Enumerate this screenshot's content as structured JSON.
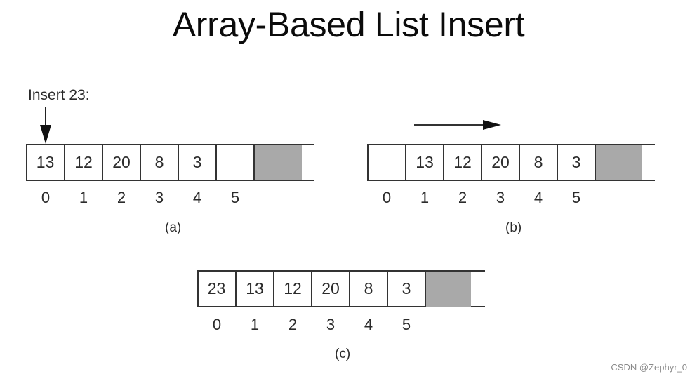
{
  "title": "Array-Based List Insert",
  "insert_label": "Insert 23:",
  "watermark": "CSDN @Zephyr_0",
  "colors": {
    "reserved_cell": "#a9a9a9",
    "line": "#333333",
    "text": "#2b2b2b"
  },
  "diagrams": [
    {
      "caption": "(a)",
      "cells": [
        "13",
        "12",
        "20",
        "8",
        "3",
        ""
      ],
      "indices": [
        "0",
        "1",
        "2",
        "3",
        "4",
        "5"
      ]
    },
    {
      "caption": "(b)",
      "cells": [
        "",
        "13",
        "12",
        "20",
        "8",
        "3"
      ],
      "indices": [
        "0",
        "1",
        "2",
        "3",
        "4",
        "5"
      ]
    },
    {
      "caption": "(c)",
      "cells": [
        "23",
        "13",
        "12",
        "20",
        "8",
        "3"
      ],
      "indices": [
        "0",
        "1",
        "2",
        "3",
        "4",
        "5"
      ]
    }
  ]
}
